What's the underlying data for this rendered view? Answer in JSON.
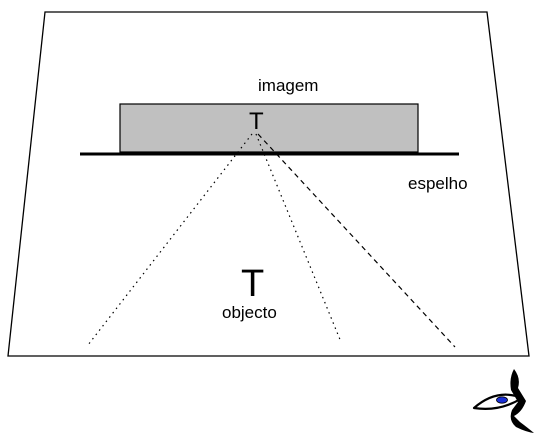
{
  "labels": {
    "image": "imagem",
    "image_letter": "T",
    "mirror": "espelho",
    "object_letter": "T",
    "object": "objecto"
  },
  "colors": {
    "stroke": "#000000",
    "image_box_fill": "#c0c0c0",
    "background": "#ffffff",
    "eye_iris": "#1a2fd6"
  },
  "icons": {
    "viewer": "eye-icon"
  }
}
